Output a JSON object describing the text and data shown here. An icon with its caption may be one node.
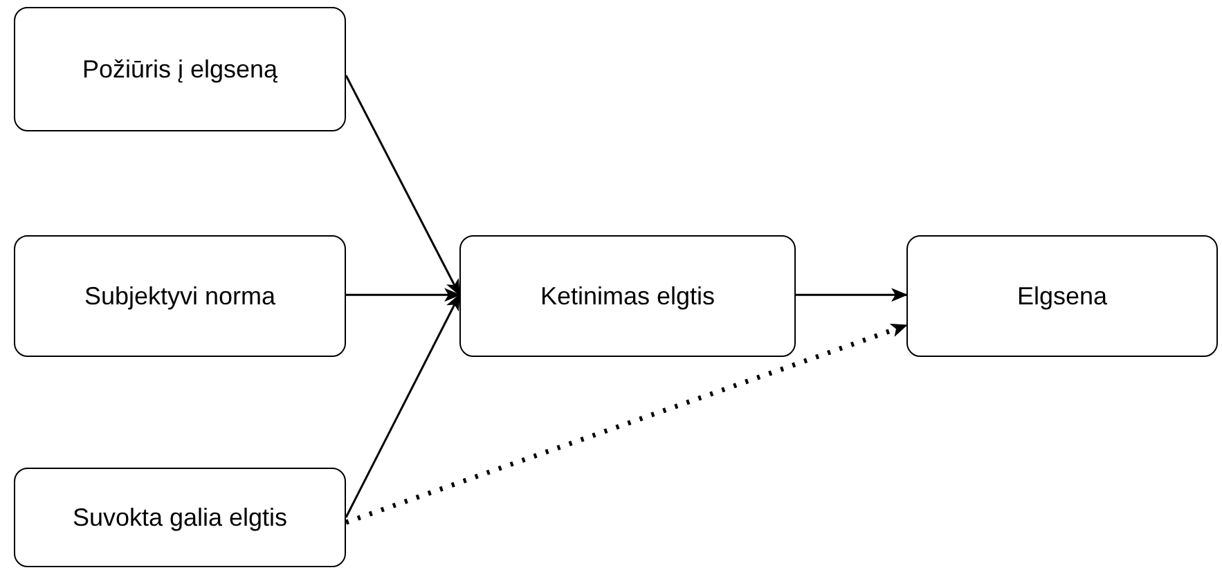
{
  "diagram": {
    "nodes": [
      {
        "text": [
          "Požiūris į elgseną"
        ]
      },
      {
        "text": [
          "Subjektyvi norma"
        ]
      },
      {
        "text": [
          "Suvokta galia elgtis"
        ]
      },
      {
        "text": [
          "Ketinimas elgtis"
        ]
      },
      {
        "text": [
          "Elgsena"
        ]
      }
    ],
    "edges": [
      {
        "from": 0,
        "to": 3,
        "arrow": "to"
      },
      {
        "from": 1,
        "to": 3,
        "arrow": "to"
      },
      {
        "from": 2,
        "to": 3,
        "arrow": "to"
      },
      {
        "from": 3,
        "to": 4,
        "arrow": "to"
      },
      {
        "from": 2,
        "to": 4,
        "arrow": "to",
        "style": "dashed"
      }
    ]
  }
}
